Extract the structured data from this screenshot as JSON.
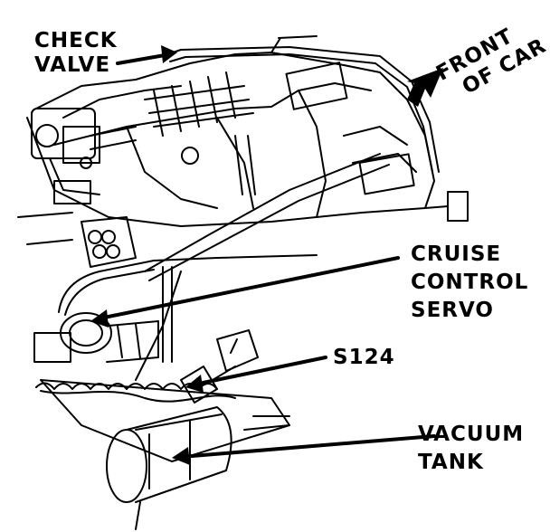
{
  "labels": {
    "check_valve": [
      "CHECK",
      "VALVE"
    ],
    "front_of_car": [
      "FRONT",
      "OF CAR"
    ],
    "cruise_servo": [
      "CRUISE",
      "CONTROL",
      "SERVO"
    ],
    "s124": "S124",
    "vacuum_tank": [
      "VACUUM",
      "TANK"
    ]
  },
  "colors": {
    "ink": "#000000",
    "paper": "#ffffff"
  }
}
